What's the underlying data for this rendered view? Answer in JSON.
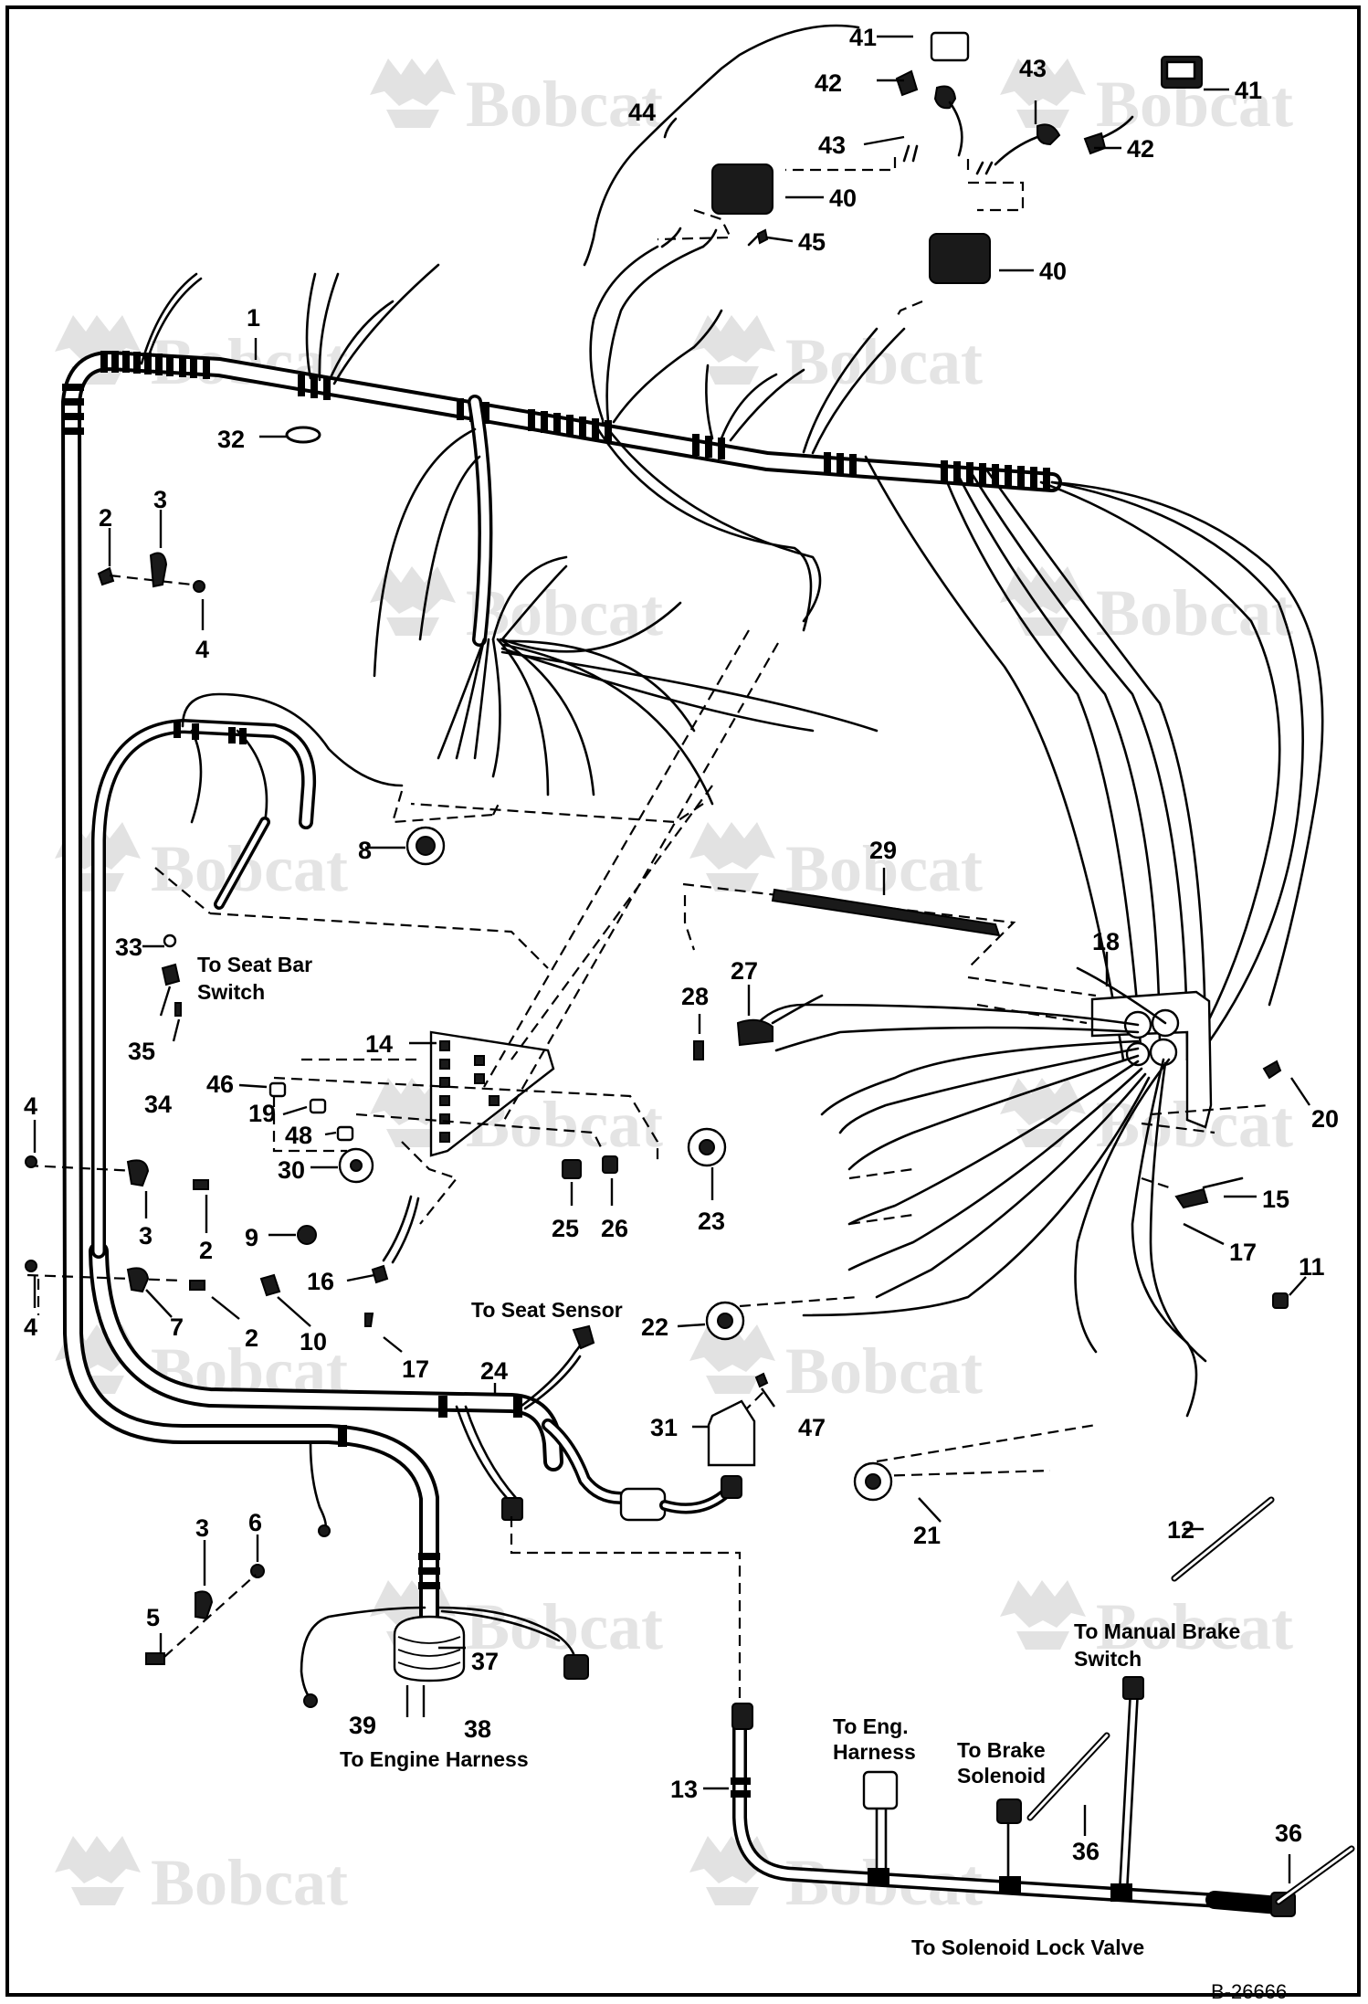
{
  "watermark": {
    "text": "Bobcat"
  },
  "reference_code": "B-26666",
  "callouts": [
    "1",
    "2",
    "3",
    "4",
    "5",
    "6",
    "7",
    "8",
    "9",
    "10",
    "11",
    "12",
    "13",
    "14",
    "15",
    "16",
    "17",
    "18",
    "19",
    "20",
    "21",
    "22",
    "23",
    "24",
    "25",
    "26",
    "27",
    "28",
    "29",
    "30",
    "31",
    "32",
    "33",
    "34",
    "35",
    "36",
    "37",
    "38",
    "39",
    "40",
    "41",
    "42",
    "43",
    "44",
    "45",
    "46",
    "47",
    "48"
  ],
  "notes": {
    "seat_bar_switch": [
      "To Seat Bar",
      "Switch"
    ],
    "seat_sensor": "To Seat Sensor",
    "engine_harness": "To Engine Harness",
    "eng_harness_short": [
      "To Eng.",
      "Harness"
    ],
    "brake_solenoid": [
      "To Brake",
      "Solenoid"
    ],
    "manual_brake_switch": [
      "To Manual Brake",
      "Switch"
    ],
    "solenoid_lock_valve": "To Solenoid Lock Valve"
  }
}
